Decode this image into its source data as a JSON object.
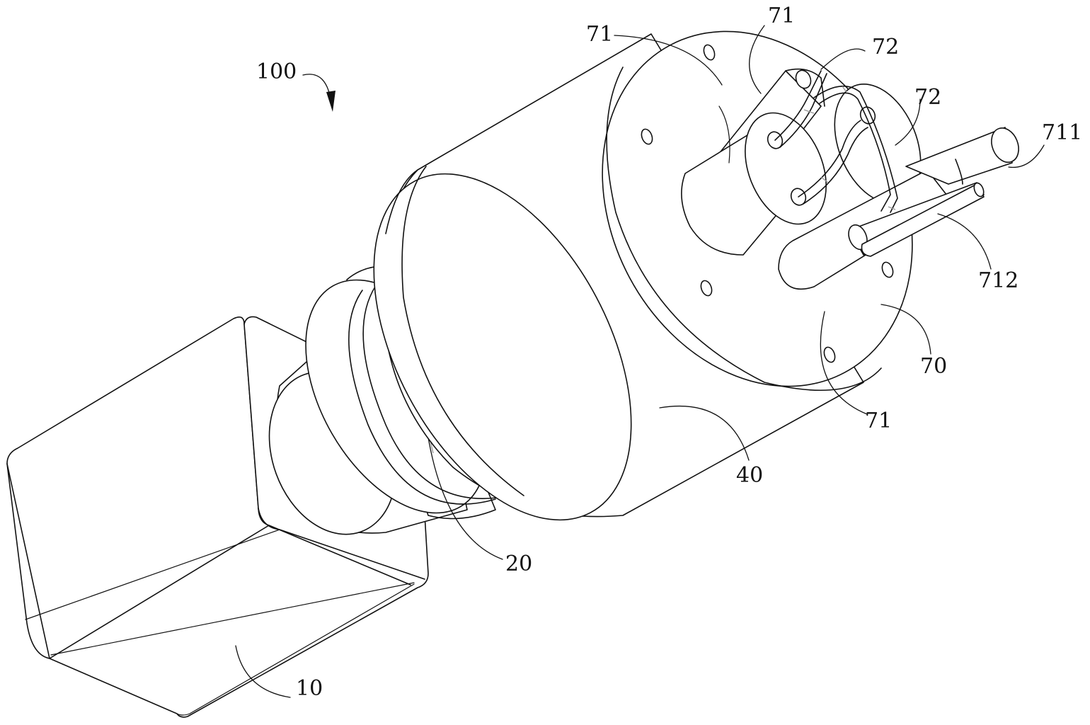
{
  "labels": {
    "assembly": "100",
    "motor": "10",
    "coupling": "20",
    "housing": "40",
    "end_cover": "70",
    "post_top_left": "71",
    "post_top_right": "71",
    "post_bottom": "71",
    "wire_top": "72",
    "wire_right": "72",
    "tube_outer": "711",
    "tube_inner": "712"
  },
  "colors": {
    "line": "#111111",
    "highlight": "#9a9a9a",
    "background": "#ffffff"
  }
}
